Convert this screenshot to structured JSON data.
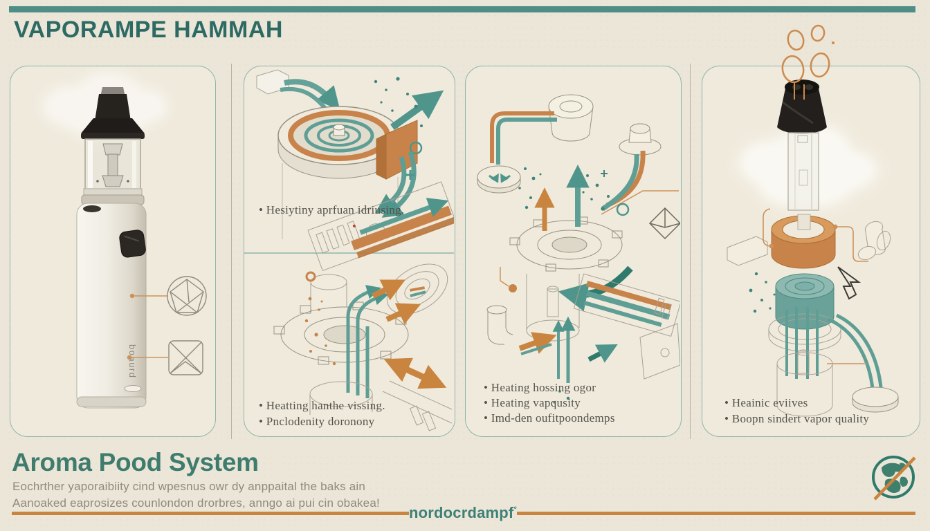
{
  "header": {
    "title": "VAPORAMPE HAMMAH"
  },
  "panels": {
    "device": {
      "label": "boaurd"
    },
    "p2_top": {
      "bullets": [
        "• Hesiytiny aprfuan idriusing."
      ]
    },
    "p2_bottom": {
      "bullets": [
        "• Heatting hanthe vissing.",
        "• Pnclodenity doronony"
      ]
    },
    "p3": {
      "bullets": [
        "• Heating hossing ogor",
        "• Heating vapqusity",
        "• Imd-den oufitpoondemps"
      ]
    },
    "p4": {
      "bullets": [
        "• Heainic eviives",
        "• Boopn sindert vapor quality"
      ]
    }
  },
  "footer": {
    "heading": "Aroma Pood System",
    "description_line1": "Eochrther yaporaibiity cind wpesnus owr dy anppaital the baks ain",
    "description_line2": "Aanoaked eaprosizes counlondon drorbres, anngo ai pui cin obakea!",
    "brand": "nordocrdampf",
    "brand_mark": "°"
  },
  "colors": {
    "accent_teal": "#4f8e86",
    "accent_orange": "#c9853f",
    "title_teal": "#2d6a63",
    "heading_teal": "#3f7c6d"
  }
}
